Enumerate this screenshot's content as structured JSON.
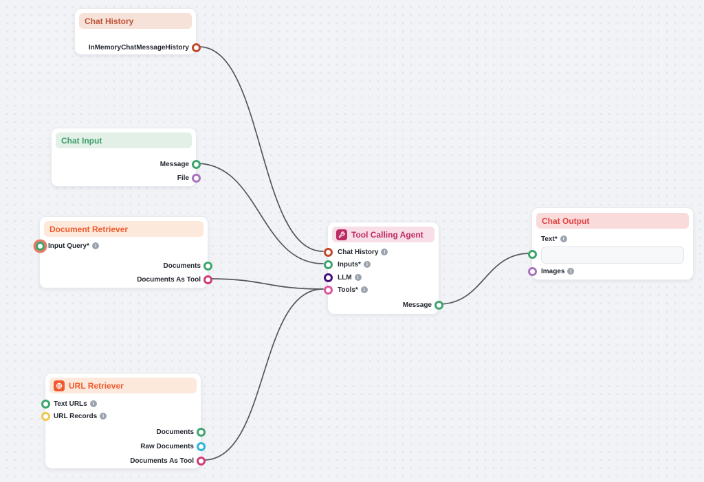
{
  "canvas": {
    "background": "#F2F3F6",
    "dot_color": "#E2E3E9",
    "edge_color": "#53565C"
  },
  "nodes": {
    "chat_history": {
      "title": "Chat History",
      "header_bg": "#F6E2D8",
      "title_color": "#BF5237",
      "outputs": [
        {
          "label": "InMemoryChatMessageHistory",
          "color": "#C04B2B"
        }
      ]
    },
    "chat_input": {
      "title": "Chat Input",
      "header_bg": "#E2F0E7",
      "title_color": "#3E9B6B",
      "outputs": [
        {
          "label": "Message",
          "color": "#3EA46E"
        },
        {
          "label": "File",
          "color": "#A873BD"
        }
      ]
    },
    "document_retriever": {
      "title": "Document Retriever",
      "header_bg": "#FCE9DB",
      "title_color": "#EF5A2E",
      "inputs": [
        {
          "label": "Input Query*",
          "info": true,
          "color": "#3EA46E",
          "halo_color": "#E97B66"
        }
      ],
      "outputs": [
        {
          "label": "Documents",
          "color": "#3EA46E"
        },
        {
          "label": "Documents As Tool",
          "color": "#CE3B76"
        }
      ]
    },
    "tool_calling_agent": {
      "title": "Tool Calling Agent",
      "header_bg": "#F7DEE7",
      "title_color": "#BE2A63",
      "icon": "wrench-agent-icon",
      "icon_bg": "#BE2A63",
      "inputs": [
        {
          "label": "Chat History",
          "info": true,
          "color": "#C04B2B"
        },
        {
          "label": "Inputs*",
          "info": true,
          "color": "#3EA46E"
        },
        {
          "label": "LLM",
          "info": true,
          "color": "#470E78"
        },
        {
          "label": "Tools*",
          "info": true,
          "color": "#DD55A0"
        }
      ],
      "outputs": [
        {
          "label": "Message",
          "color": "#3EA46E"
        }
      ]
    },
    "chat_output": {
      "title": "Chat Output",
      "header_bg": "#F9DBDB",
      "title_color": "#E04444",
      "inputs": [
        {
          "label": "Text*",
          "info": true,
          "color": "#3EA46E"
        },
        {
          "label": "Images",
          "info": true,
          "color": "#A873BD"
        }
      ],
      "text_field": {
        "value": "",
        "placeholder": ""
      }
    },
    "url_retriever": {
      "title": "URL Retriever",
      "header_bg": "#FCE9DB",
      "title_color": "#EF5A2E",
      "icon": "globe-icon",
      "icon_bg": "#EF5A2E",
      "inputs": [
        {
          "label": "Text URLs",
          "info": true,
          "color": "#3EA46E"
        },
        {
          "label": "URL Records",
          "info": true,
          "color": "#F0C64F"
        }
      ],
      "outputs": [
        {
          "label": "Documents",
          "color": "#3EA46E"
        },
        {
          "label": "Raw Documents",
          "color": "#29B5D8"
        },
        {
          "label": "Documents As Tool",
          "color": "#CE3B76"
        }
      ]
    }
  },
  "edges": [
    {
      "from": "Chat History / InMemoryChatMessageHistory",
      "to": "Tool Calling Agent / Chat History"
    },
    {
      "from": "Chat Input / Message",
      "to": "Tool Calling Agent / Inputs*"
    },
    {
      "from": "Document Retriever / Documents As Tool",
      "to": "Tool Calling Agent / Tools*"
    },
    {
      "from": "URL Retriever / Documents As Tool",
      "to": "Tool Calling Agent / Tools*"
    },
    {
      "from": "Tool Calling Agent / Message",
      "to": "Chat Output / Text*"
    }
  ]
}
